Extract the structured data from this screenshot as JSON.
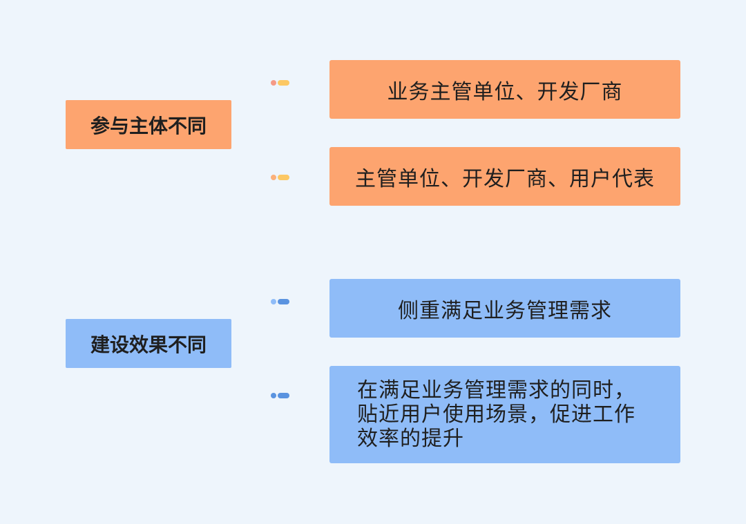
{
  "groups": [
    {
      "label": "参与主体不同",
      "items": [
        "业务主管单位、开发厂商",
        "主管单位、开发厂商、用户代表"
      ],
      "accent": "#fda46f",
      "bracket_colors": [
        "#f59a86",
        "#fcc864"
      ]
    },
    {
      "label": "建设效果不同",
      "items": [
        "侧重满足业务管理需求",
        "在满足业务管理需求的同时，\n贴近用户使用场景，促进工作\n效率的提升"
      ],
      "accent": "#8fbcf8",
      "bracket_colors": [
        "#8fbcf8",
        "#5a93e0"
      ]
    }
  ]
}
